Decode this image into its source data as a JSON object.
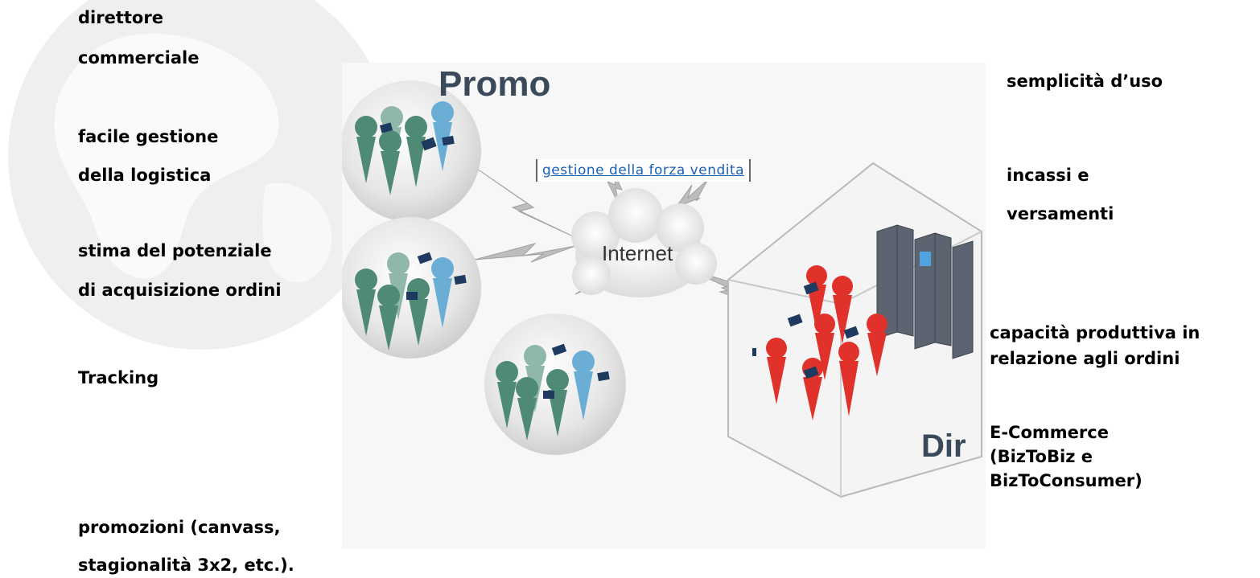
{
  "left_labels": {
    "direttore_line1": "direttore",
    "direttore_line2": "commerciale",
    "logistica_line1": "facile gestione",
    "logistica_line2": "della logistica",
    "potenziale_line1": "stima del potenziale",
    "potenziale_line2": "di acquisizione ordini",
    "tracking": "Tracking",
    "promozioni_line1": "promozioni (canvass,",
    "promozioni_line2": "stagionalità 3x2, etc.)."
  },
  "right_labels": {
    "semplicita": "semplicità d’uso",
    "incassi_line1": "incassi e",
    "incassi_line2": "versamenti",
    "capacita_line1": "capacità produttiva in",
    "capacita_line2": "relazione agli ordini",
    "ecommerce_line1": "E-Commerce",
    "ecommerce_line2": "(BizToBiz e",
    "ecommerce_line3": "BizToConsumer)"
  },
  "diagram": {
    "promo_title": "Promo",
    "dir_title": "Dir",
    "internet_label": "Internet",
    "link_text": "gestione della forza vendita"
  },
  "colors": {
    "team_green": "#4f8a76",
    "team_blue": "#6aaed6",
    "team_red": "#e0312a",
    "link_blue": "#1a5fb4"
  }
}
